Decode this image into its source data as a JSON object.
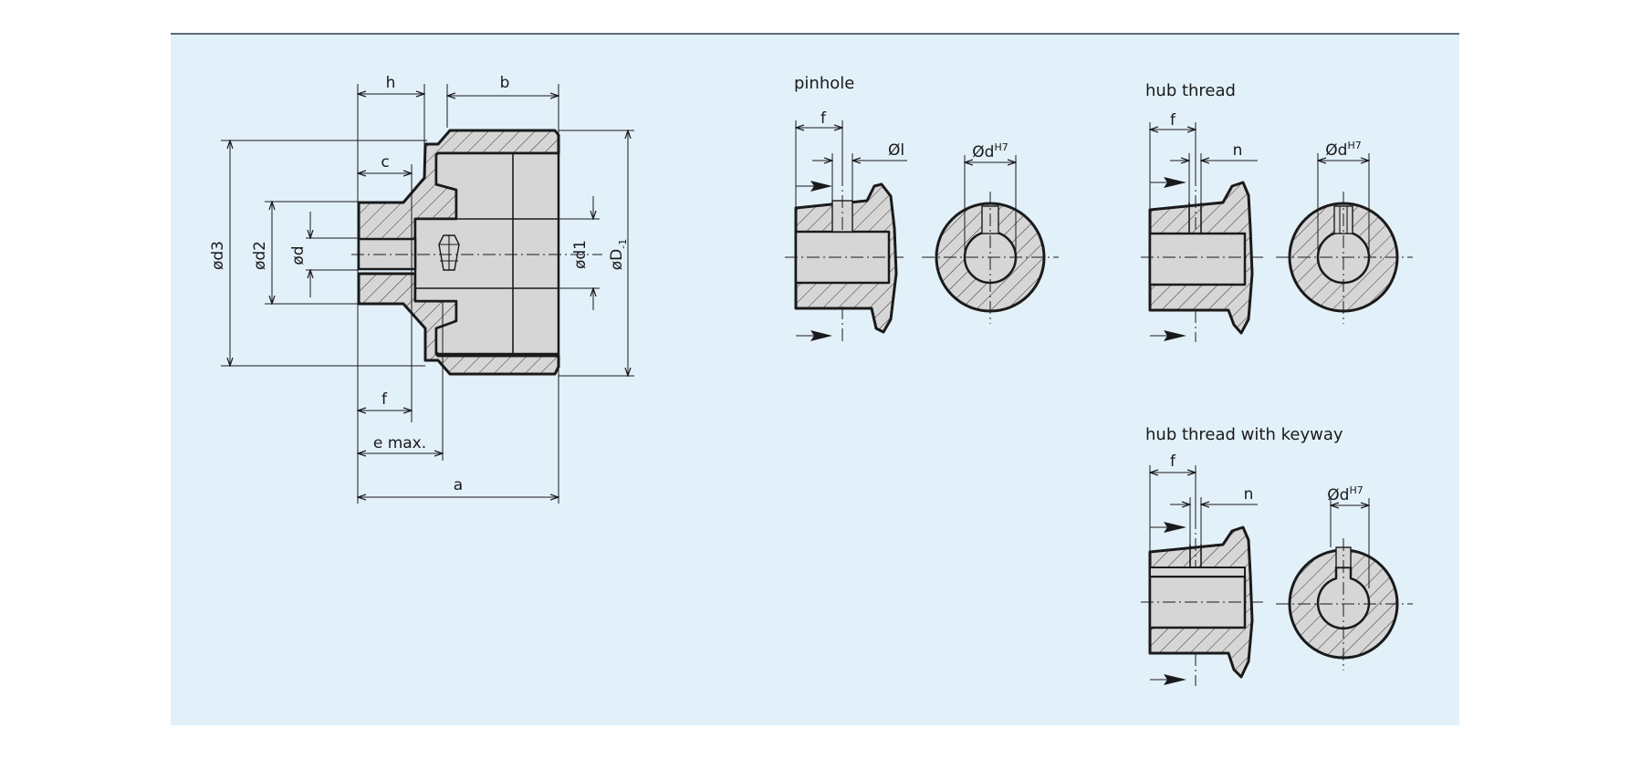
{
  "main_drawing": {
    "labels": {
      "h": "h",
      "b": "b",
      "c": "c",
      "d3": "ød3",
      "d2": "ød2",
      "d": "ød",
      "d1": "ød1",
      "D1_base": "øD",
      "D1_sub": "-1",
      "f": "f",
      "e_max": "e max.",
      "a": "a"
    }
  },
  "variants": [
    {
      "title": "pinhole",
      "f": "f",
      "side_label": "Øl",
      "bore_label": "Ød",
      "bore_tolerance": "H7"
    },
    {
      "title": "hub thread",
      "f": "f",
      "side_label": "n",
      "bore_label": "Ød",
      "bore_tolerance": "H7"
    },
    {
      "title": "hub thread with keyway",
      "f": "f",
      "side_label": "n",
      "bore_label": "Ød",
      "bore_tolerance": "H7"
    }
  ],
  "colors": {
    "panel_background": "#e2f0fa",
    "section_fill": "#d6d6d6",
    "line": "#1a1a1a"
  }
}
